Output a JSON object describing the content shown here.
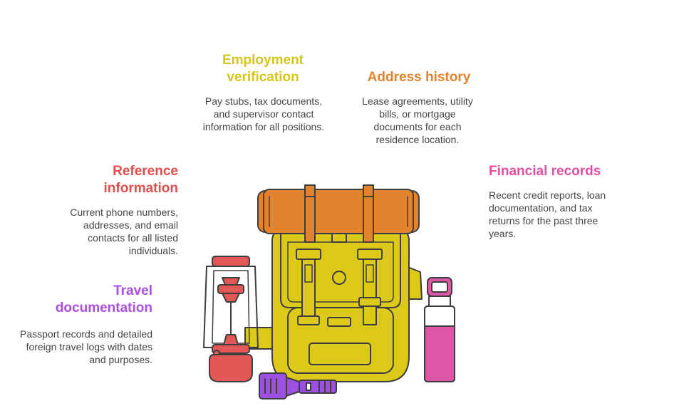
{
  "colors": {
    "employment": "#D4C61C",
    "address": "#E0822E",
    "reference": "#E04E4E",
    "financial": "#E050A0",
    "travel": "#A94FE0",
    "outline": "#3E3E3E",
    "backpack": "#DCC91A",
    "bedroll": "#E2832E",
    "lantern": "#E45757",
    "bottle": "#DE56A8",
    "flashlight": "#9B4FE3"
  },
  "items": {
    "employment": {
      "title": "Employment verification",
      "desc": "Pay stubs, tax documents, and supervisor contact information for all positions."
    },
    "address": {
      "title": "Address history",
      "desc": "Lease agreements, utility bills, or mortgage documents for each residence location."
    },
    "reference": {
      "title": "Reference information",
      "desc": "Current phone numbers, addresses, and email contacts for all listed individuals."
    },
    "financial": {
      "title": "Financial records",
      "desc": "Recent credit reports, loan documentation, and tax returns for the past three years."
    },
    "travel": {
      "title": "Travel documentation",
      "desc": "Passport records and detailed foreign travel logs with dates and purposes."
    }
  }
}
